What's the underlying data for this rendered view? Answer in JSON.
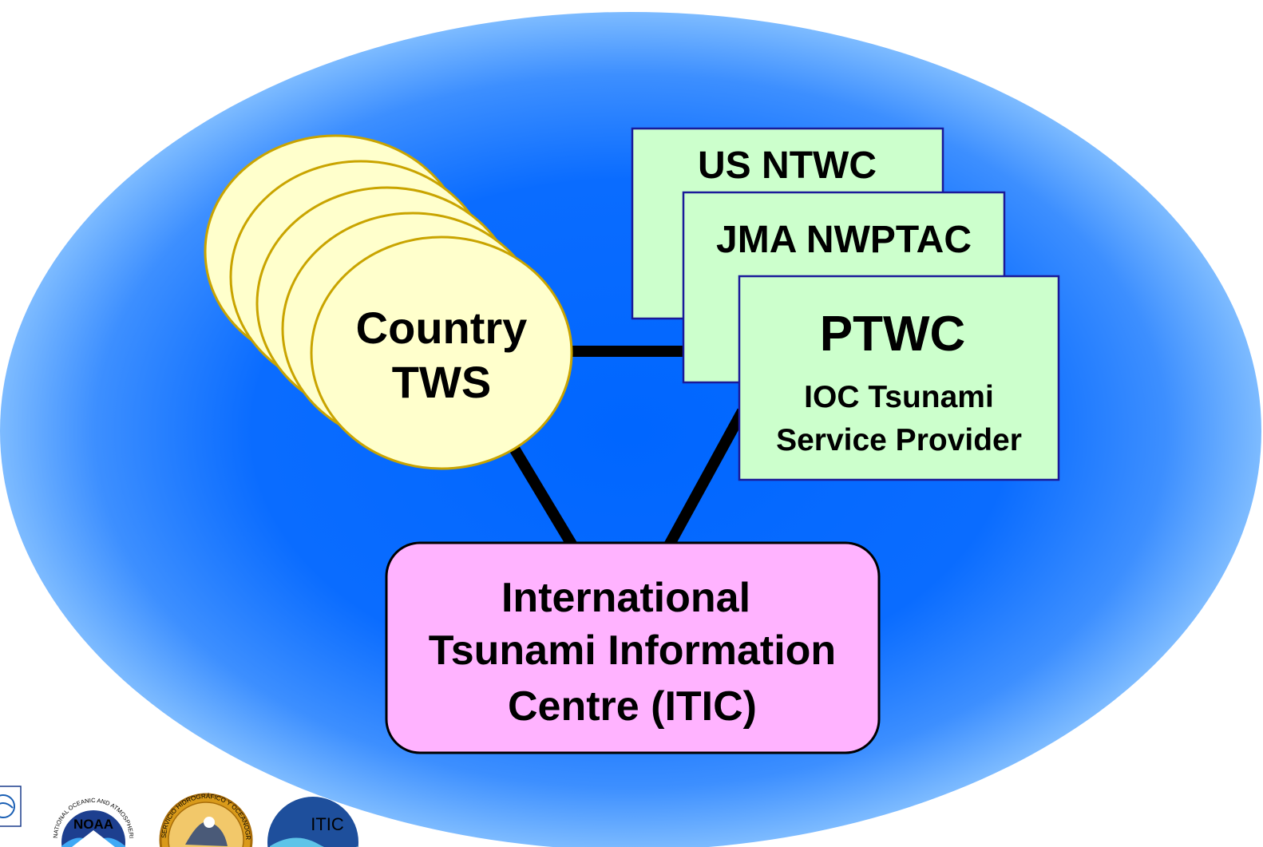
{
  "colors": {
    "ellipse_center": "#0066ff",
    "ellipse_edge": "#66b3ff",
    "circle_fill": "#ffffcc",
    "circle_stroke": "#c9a400",
    "box_fill": "#ccffcc",
    "box_stroke": "#1a1a99",
    "itic_fill": "#ffb3ff",
    "line": "#000000"
  },
  "country_tws": {
    "line1": "Country",
    "line2": "TWS"
  },
  "boxes": {
    "us_ntwc": {
      "label": "US NTWC"
    },
    "jma": {
      "label": "JMA NWPTAC"
    },
    "ptwc": {
      "title": "PTWC",
      "sub1": "IOC Tsunami",
      "sub2": "Service Provider"
    }
  },
  "itic": {
    "line1": "International",
    "line2": "Tsunami Information",
    "line3": "Centre (ITIC)"
  },
  "logos": {
    "noaa_text": "NOAA",
    "noaa_ring": "NATIONAL OCEANIC AND ATMOSPHERIC ADMINISTRATION",
    "shoa_ring": "SERVICIO HIDROGRÁFICO Y OCEANOGRÁFICO",
    "itic_text": "ITIC"
  }
}
